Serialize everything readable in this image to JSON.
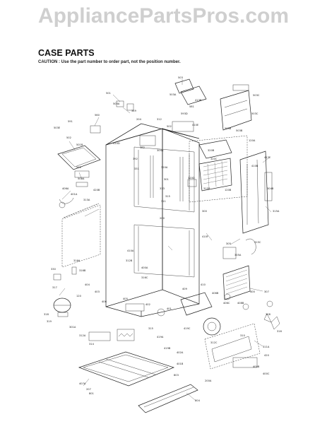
{
  "watermark": "AppliancePartsPros.com",
  "heading": "CASE PARTS",
  "caution": "CAUTION : Use the part number to order part, not the position number.",
  "part_labels": [
    "503",
    "501",
    "503A",
    "503B",
    "503C",
    "349",
    "413B",
    "503B",
    "503A",
    "503C",
    "593D",
    "502",
    "591",
    "503E",
    "560",
    "581",
    "410D",
    "502",
    "410E",
    "204",
    "312",
    "382",
    "304A",
    "500",
    "500A",
    "420B",
    "331",
    "301",
    "392",
    "320A",
    "320C",
    "320B",
    "320D",
    "120A",
    "413E",
    "410B",
    "313A",
    "311",
    "313",
    "315",
    "304B",
    "315B",
    "120B",
    "200",
    "300",
    "315A",
    "501B",
    "406A",
    "401A",
    "410A",
    "312B",
    "410F",
    "330",
    "316A",
    "316B",
    "400A",
    "305",
    "305A",
    "315C",
    "316C",
    "409",
    "410",
    "406B",
    "406C",
    "408B",
    "400",
    "307",
    "308",
    "316",
    "317",
    "318",
    "319",
    "120",
    "404",
    "403",
    "406",
    "405",
    "402",
    "401",
    "301A",
    "312A",
    "314",
    "315",
    "419A",
    "419B",
    "419C",
    "312C",
    "310",
    "311A",
    "420",
    "402A",
    "401B",
    "407A",
    "207",
    "200A",
    "400B",
    "400C",
    "801",
    "803",
    "804"
  ]
}
